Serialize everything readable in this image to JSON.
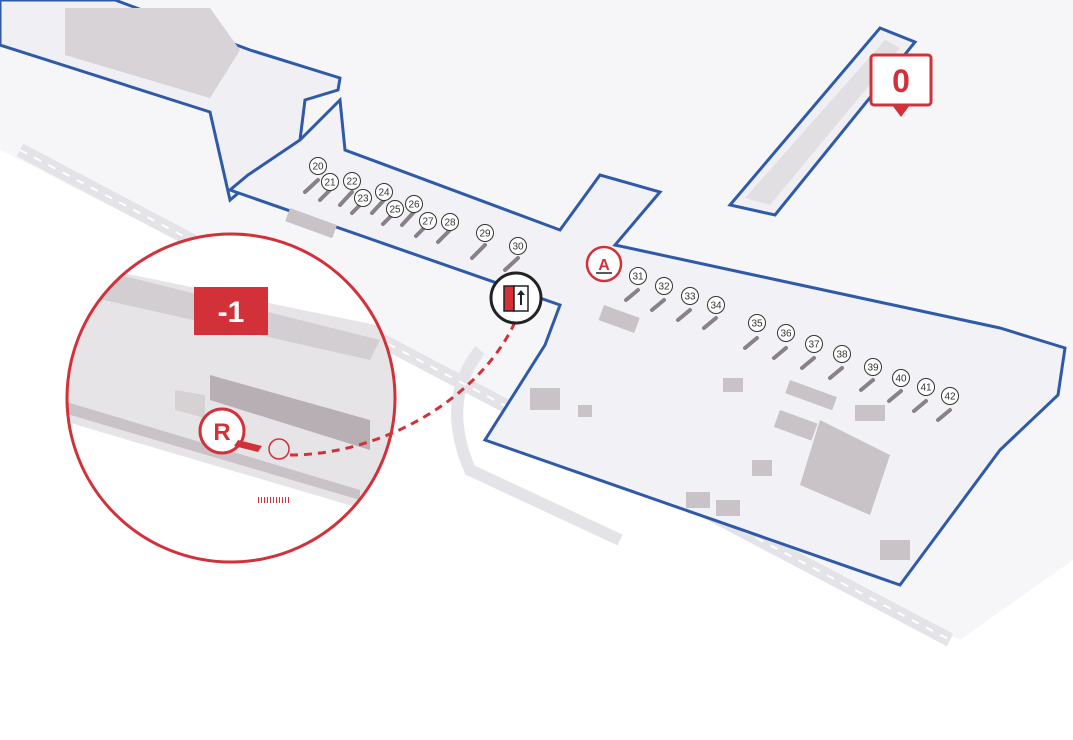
{
  "map": {
    "current_floor_label": "0",
    "inset_floor_label": "-1",
    "zone_marker": "A",
    "route_marker": "R",
    "elevator_icon": "elevator-up-icon",
    "gates": [
      "20",
      "21",
      "22",
      "23",
      "24",
      "25",
      "26",
      "27",
      "28",
      "29",
      "30",
      "31",
      "32",
      "33",
      "34",
      "35",
      "36",
      "37",
      "38",
      "39",
      "40",
      "41",
      "42"
    ],
    "colors": {
      "outline": "#2f5aa8",
      "accent": "#d3313a",
      "floor": "#f2f2f6",
      "building": "#c9c3c7",
      "background": "#ffffff"
    }
  }
}
